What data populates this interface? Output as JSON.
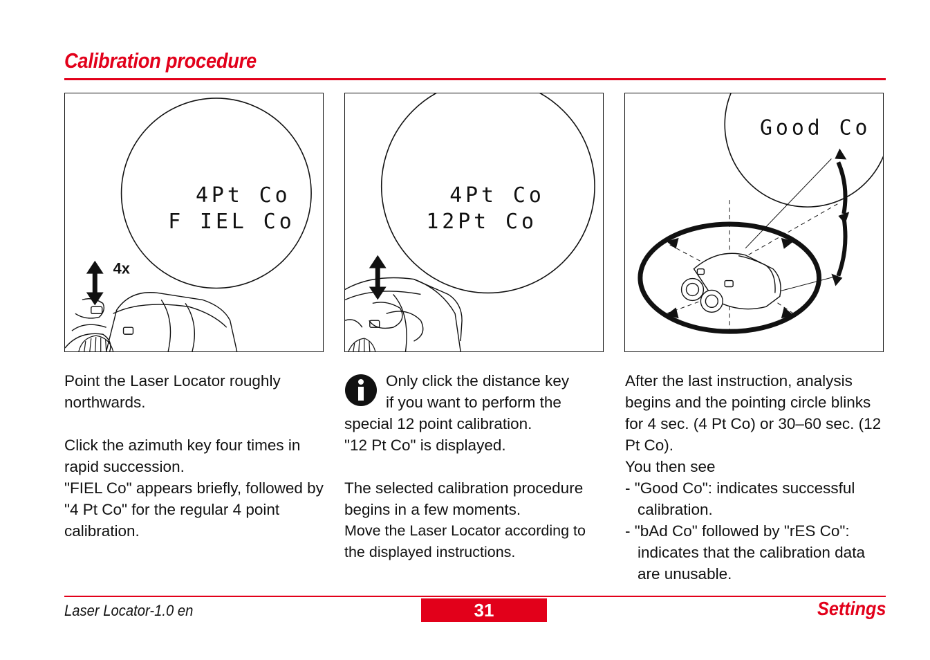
{
  "header": {
    "title": "Calibration procedure"
  },
  "panels": [
    {
      "display_line1": "4Pt Co",
      "display_line2": "F IEL Co",
      "press_count": "4x"
    },
    {
      "display_line1": "4Pt Co",
      "display_line2": "12Pt Co"
    },
    {
      "display_line1": "Good Co"
    }
  ],
  "columns": {
    "col1": {
      "p1": "Point the Laser Locator roughly northwards.",
      "p2": "Click the azimuth key four times in rapid succession.",
      "p3": "\"FIEL Co\" appears briefly, followed by \"4 Pt Co\" for the regular 4 point calibration."
    },
    "col2": {
      "p1_line1": "Only click the distance key",
      "p1_line2": "if you want to perform the",
      "p1_rest": "special 12 point calibration.",
      "p2": "\"12 Pt Co\" is displayed.",
      "p3": "The selected calibration procedure begins in a few moments.",
      "p4": "Move the Laser Locator according to the displayed instructions."
    },
    "col3": {
      "p1": "After the last instruction, analysis begins and the pointing circle blinks for 4 sec. (4 Pt Co) or 30–60 sec. (12 Pt Co).",
      "p2": "You then see",
      "item1": "- \"Good Co\": indicates successful calibration.",
      "item2": "- \"bAd Co\" followed by \"rES Co\": indicates that the calibration data are unusable."
    }
  },
  "footer": {
    "manual": "Laser Locator-1.0 en",
    "page_number": "31",
    "section": "Settings"
  },
  "colors": {
    "accent": "#e2001a",
    "ink": "#111111"
  }
}
